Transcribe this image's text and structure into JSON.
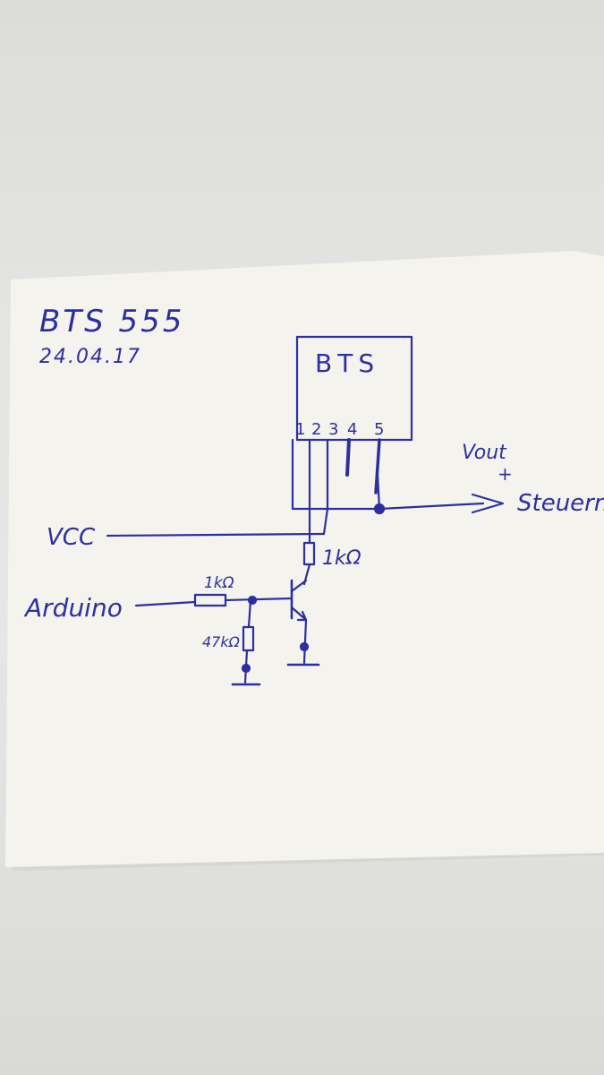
{
  "colors": {
    "ink": "#2e2f9e",
    "paper": "#f3f2ec",
    "shadow": "#c9c9c5"
  },
  "header": {
    "title": "BTS 555",
    "date": "24.04.17"
  },
  "chip": {
    "label": "BTS",
    "pins": [
      "1",
      "2",
      "3",
      "4",
      "5"
    ]
  },
  "labels": {
    "vcc": "VCC",
    "arduino": "Arduino",
    "vout": "Vout",
    "vout_polarity": "+",
    "output": "Steuern",
    "r_base": "1kΩ",
    "r_pulldown": "47kΩ",
    "r_collector": "1kΩ"
  }
}
